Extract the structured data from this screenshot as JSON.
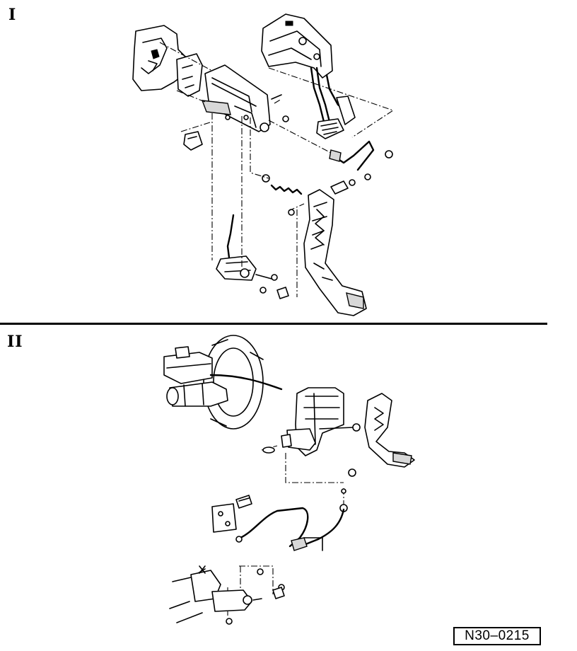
{
  "labels": {
    "section_1": "I",
    "section_2": "II",
    "figure_code": "N30–0215"
  }
}
